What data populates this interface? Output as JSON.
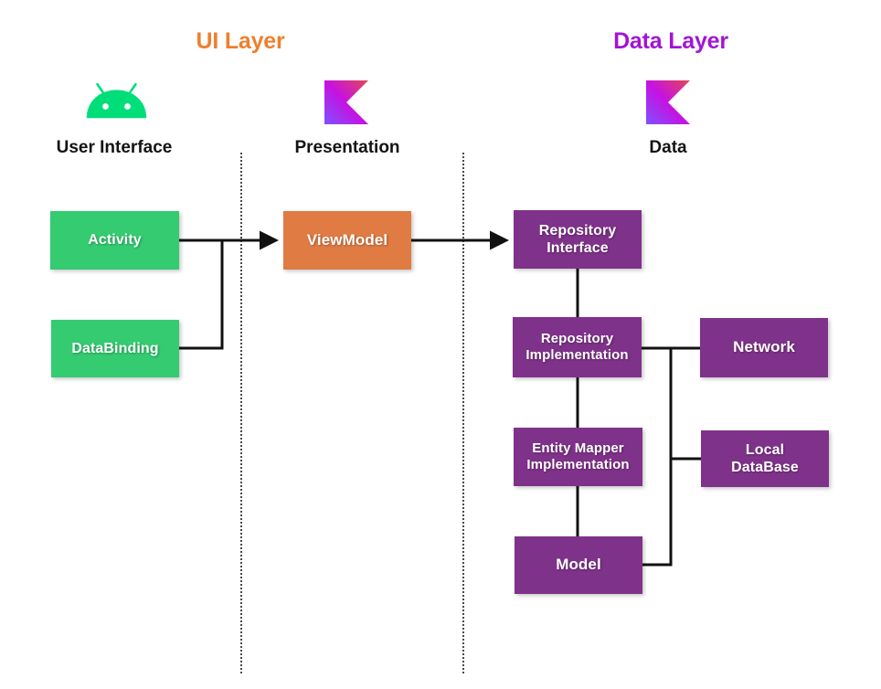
{
  "layers": {
    "ui": {
      "title": "UI Layer",
      "color": "#EE7F2D"
    },
    "data": {
      "title": "Data Layer",
      "color": "#A214D4"
    }
  },
  "columns": [
    {
      "id": "user-interface",
      "caption": "User Interface",
      "icon": "android-logo"
    },
    {
      "id": "presentation",
      "caption": "Presentation",
      "icon": "kotlin-logo"
    },
    {
      "id": "data",
      "caption": "Data",
      "icon": "kotlin-logo"
    }
  ],
  "nodes": {
    "activity": {
      "label": "Activity",
      "color": "#34CB71"
    },
    "databinding": {
      "label": "DataBinding",
      "color": "#34CB71"
    },
    "viewmodel": {
      "label": "ViewModel",
      "color": "#E07B43"
    },
    "repository_interface": {
      "label": "Repository\nInterface",
      "line1": "Repository",
      "line2": "Interface",
      "color": "#7F3289"
    },
    "repository_implementation": {
      "line1": "Repository",
      "line2": "Implementation",
      "color": "#7F3289"
    },
    "entity_mapper_implementation": {
      "line1": "Entity Mapper",
      "line2": "Implementation",
      "color": "#7F3289"
    },
    "model": {
      "label": "Model",
      "color": "#7F3289"
    },
    "network": {
      "label": "Network",
      "color": "#7F3289"
    },
    "local_database": {
      "line1": "Local",
      "line2": "DataBase",
      "color": "#7F3289"
    }
  },
  "connections": [
    {
      "from": "activity",
      "to": "viewmodel",
      "arrow": true
    },
    {
      "from": "databinding",
      "to": "viewmodel",
      "arrow": true
    },
    {
      "from": "viewmodel",
      "to": "repository_interface",
      "arrow": true
    },
    {
      "from": "repository_interface",
      "to": "repository_implementation",
      "arrow": false
    },
    {
      "from": "repository_implementation",
      "to": "entity_mapper_implementation",
      "arrow": false
    },
    {
      "from": "entity_mapper_implementation",
      "to": "model",
      "arrow": false
    },
    {
      "from": "repository_implementation",
      "to": "network",
      "arrow": false
    },
    {
      "from": "repository_implementation",
      "to": "local_database",
      "arrow": false
    },
    {
      "from": "model",
      "to": "network",
      "arrow": false
    }
  ],
  "theme": {
    "background": "#ffffff",
    "connector_color": "#111111",
    "divider_color": "#4a4a4a",
    "text_on_node": "#ffffff",
    "caption_color": "#131313",
    "android_green": "#00DE7A",
    "kotlin_gradient_start": "#7F52FF",
    "kotlin_gradient_mid": "#C711E1",
    "kotlin_gradient_end": "#E44857"
  }
}
